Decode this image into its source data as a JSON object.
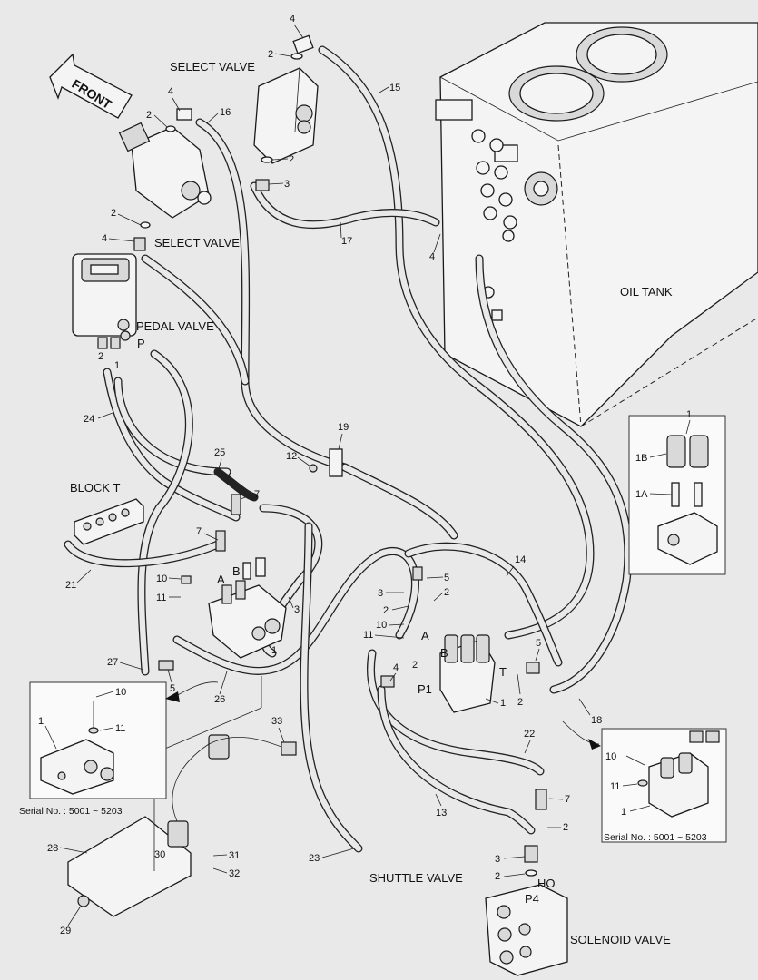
{
  "labels": {
    "front": "FRONT",
    "select_valve_top": "SELECT VALVE",
    "select_valve_left": "SELECT VALVE",
    "pedal_valve": "PEDAL VALVE",
    "oil_tank": "OIL TANK",
    "block_t": "BLOCK T",
    "shuttle_valve": "SHUTTLE VALVE",
    "solenoid_valve": "SOLENOID VALVE",
    "serial_left": "Serial No. : 5001 ~ 5203",
    "serial_right": "Serial No. : 5001 ~ 5203"
  },
  "ports": {
    "p": "P",
    "a_left": "A",
    "b_left": "B",
    "a_right": "A",
    "b_right": "B",
    "t": "T",
    "p1": "P1",
    "ho": "HO",
    "p4": "P4"
  },
  "callouts": {
    "c4_top": "4",
    "c2_top": "2",
    "c15": "15",
    "c16": "16",
    "c4_sv": "4",
    "c2_sv": "2",
    "c2_sv_lower": "2",
    "c3_sv": "3",
    "c2_left_sv": "2",
    "c4_left_sv": "4",
    "c17": "17",
    "c4_tank": "4",
    "c2_pedal": "2",
    "c1_pedal": "1",
    "c24": "24",
    "c19": "19",
    "c12": "12",
    "c25": "25",
    "c7_a": "7",
    "c7_b": "7",
    "c21": "21",
    "c10_a": "10",
    "c11_a": "11",
    "c3_a": "3",
    "c27": "27",
    "c5_a": "5",
    "c26": "26",
    "c1_a": "1",
    "c14": "14",
    "c3_b": "3",
    "c5_b": "5",
    "c2_b": "2",
    "c2_c": "2",
    "c10_b": "10",
    "c11_b": "11",
    "c4_b": "4",
    "c2_d": "2",
    "c1_b": "1",
    "c5_c": "5",
    "c2_e": "2",
    "c18": "18",
    "c33": "33",
    "c22": "22",
    "c7_c": "7",
    "c13": "13",
    "c2_f": "2",
    "c3_c": "3",
    "c2_g": "2",
    "c23": "23",
    "c28": "28",
    "c30": "30",
    "c31": "31",
    "c32": "32",
    "c29": "29",
    "inset_left_10": "10",
    "inset_left_11": "11",
    "inset_left_1": "1",
    "inset_right_10": "10",
    "inset_right_11": "11",
    "inset_right_1": "1",
    "inset_top_1": "1",
    "inset_top_1b": "1B",
    "inset_top_1a": "1A"
  }
}
